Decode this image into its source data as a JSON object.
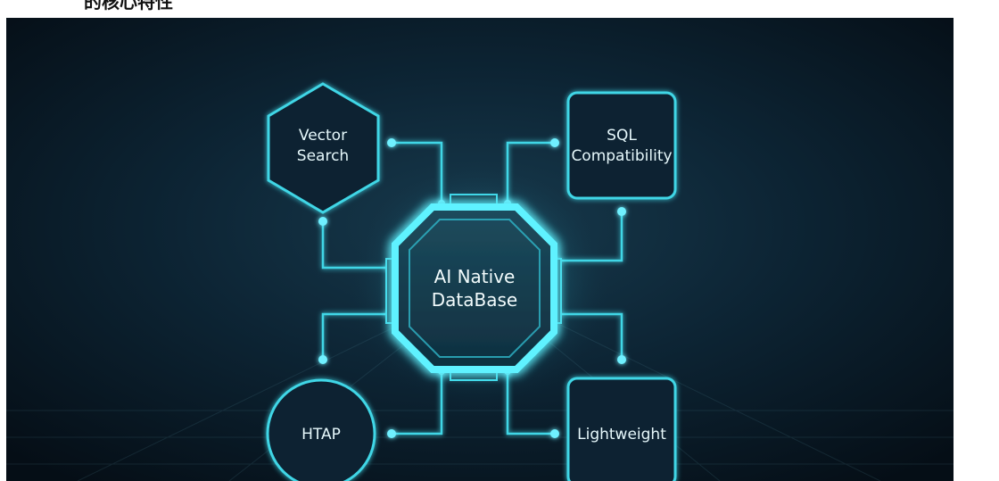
{
  "page": {
    "heading": "的核心特性"
  },
  "diagram": {
    "center": {
      "line1": "AI Native",
      "line2": "DataBase"
    },
    "nodes": {
      "vector_search": {
        "line1": "Vector",
        "line2": "Search"
      },
      "sql_compatibility": {
        "line1": "SQL",
        "line2": "Compatibility"
      },
      "htap": {
        "label": "HTAP"
      },
      "lightweight": {
        "label": "Lightweight"
      }
    },
    "colors": {
      "background": "#0a1c2b",
      "neon": "#3fd6e6",
      "glow": "#7ff3ff",
      "text": "#e6f8fb"
    }
  }
}
